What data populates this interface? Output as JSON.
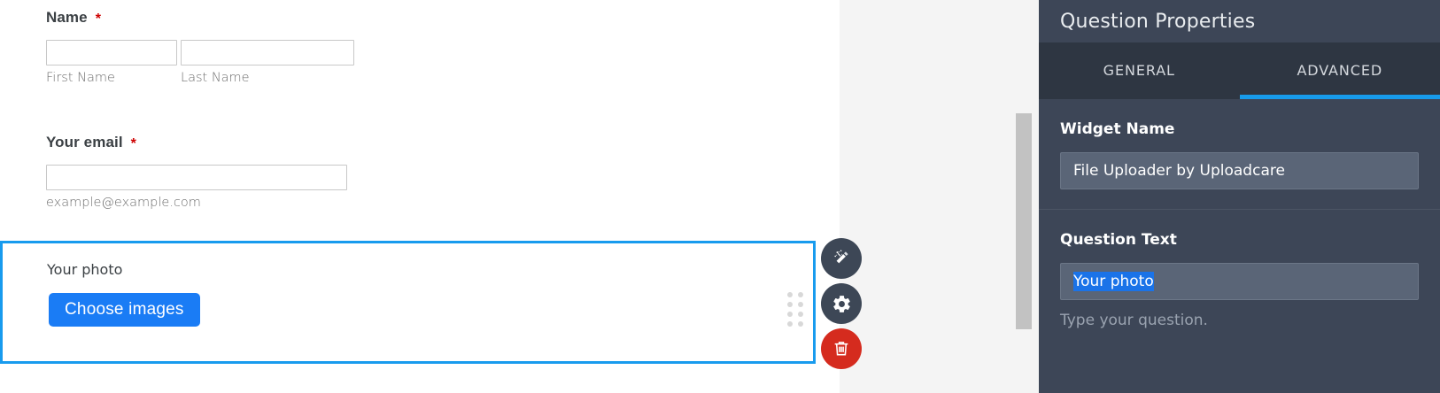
{
  "form": {
    "name_field": {
      "label": "Name",
      "required_marker": "*",
      "first_placeholder": "",
      "first_value": "",
      "last_placeholder": "",
      "last_value": "",
      "first_sublabel": "First Name",
      "last_sublabel": "Last Name"
    },
    "email_field": {
      "label": "Your email",
      "required_marker": "*",
      "value": "",
      "placeholder": "",
      "sublabel": "example@example.com"
    },
    "photo_field": {
      "label": "Your photo",
      "button_label": "Choose images"
    }
  },
  "toolbar": {
    "wand_icon": "magic-wand-icon",
    "gear_icon": "gear-icon",
    "trash_icon": "trash-icon",
    "drag_handle_icon": "drag-dots-icon"
  },
  "panel": {
    "title": "Question Properties",
    "tabs": [
      {
        "label": "GENERAL",
        "active": false
      },
      {
        "label": "ADVANCED",
        "active": true
      }
    ],
    "widget_name": {
      "label": "Widget Name",
      "value": "File Uploader by Uploadcare"
    },
    "question_text": {
      "label": "Question Text",
      "value": "Your photo",
      "hint": "Type your question."
    }
  },
  "colors": {
    "accent_blue": "#189bee",
    "button_blue": "#1a7cf5",
    "selection_blue": "#1a73e8",
    "panel_bg": "#3d4657",
    "tabs_bg": "#2e3642",
    "input_bg": "#5a6577",
    "danger_red": "#d52b1e",
    "required_red": "#ce0000"
  }
}
